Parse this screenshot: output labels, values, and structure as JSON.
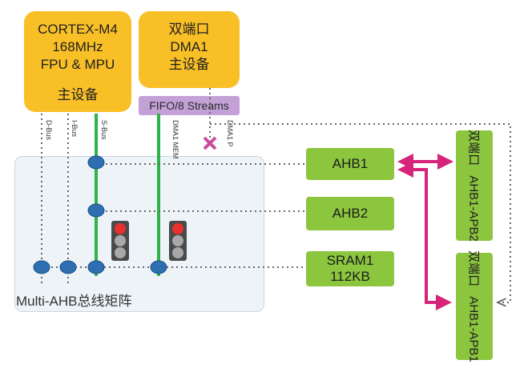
{
  "cpu": {
    "line1": "CORTEX-M4",
    "line2": "168MHz",
    "line3": "FPU & MPU",
    "line4": "主设备"
  },
  "dma": {
    "line1": "双端口",
    "line2": "DMA1",
    "line3": "主设备"
  },
  "fifo": "FIFO/8 Streams",
  "bus_labels": {
    "dbus": "D-Bus",
    "ibus": "I-Bus",
    "sbus": "S-Bus",
    "dma_mem": "DMA1 MEM",
    "dma_p": "DMA1 P"
  },
  "matrix_label": "Multi-AHB总线矩阵",
  "ahb1": "AHB1",
  "ahb2": "AHB2",
  "sram": {
    "line1": "SRAM1",
    "line2": "112KB"
  },
  "bridge_apb2": {
    "line1": "双端口",
    "line2": "AHB1-APB2"
  },
  "bridge_apb1": {
    "line1": "双端口",
    "line2": "AHB1-APB1"
  },
  "colors": {
    "yellow": "#f8bf27",
    "green": "#8cc63f",
    "purple": "#c3a1d6",
    "magenta": "#d6247a",
    "node": "#2d6fb0"
  },
  "icons": [
    "traffic-light-icon",
    "blocked-x-icon",
    "bidirectional-arrow-icon"
  ]
}
